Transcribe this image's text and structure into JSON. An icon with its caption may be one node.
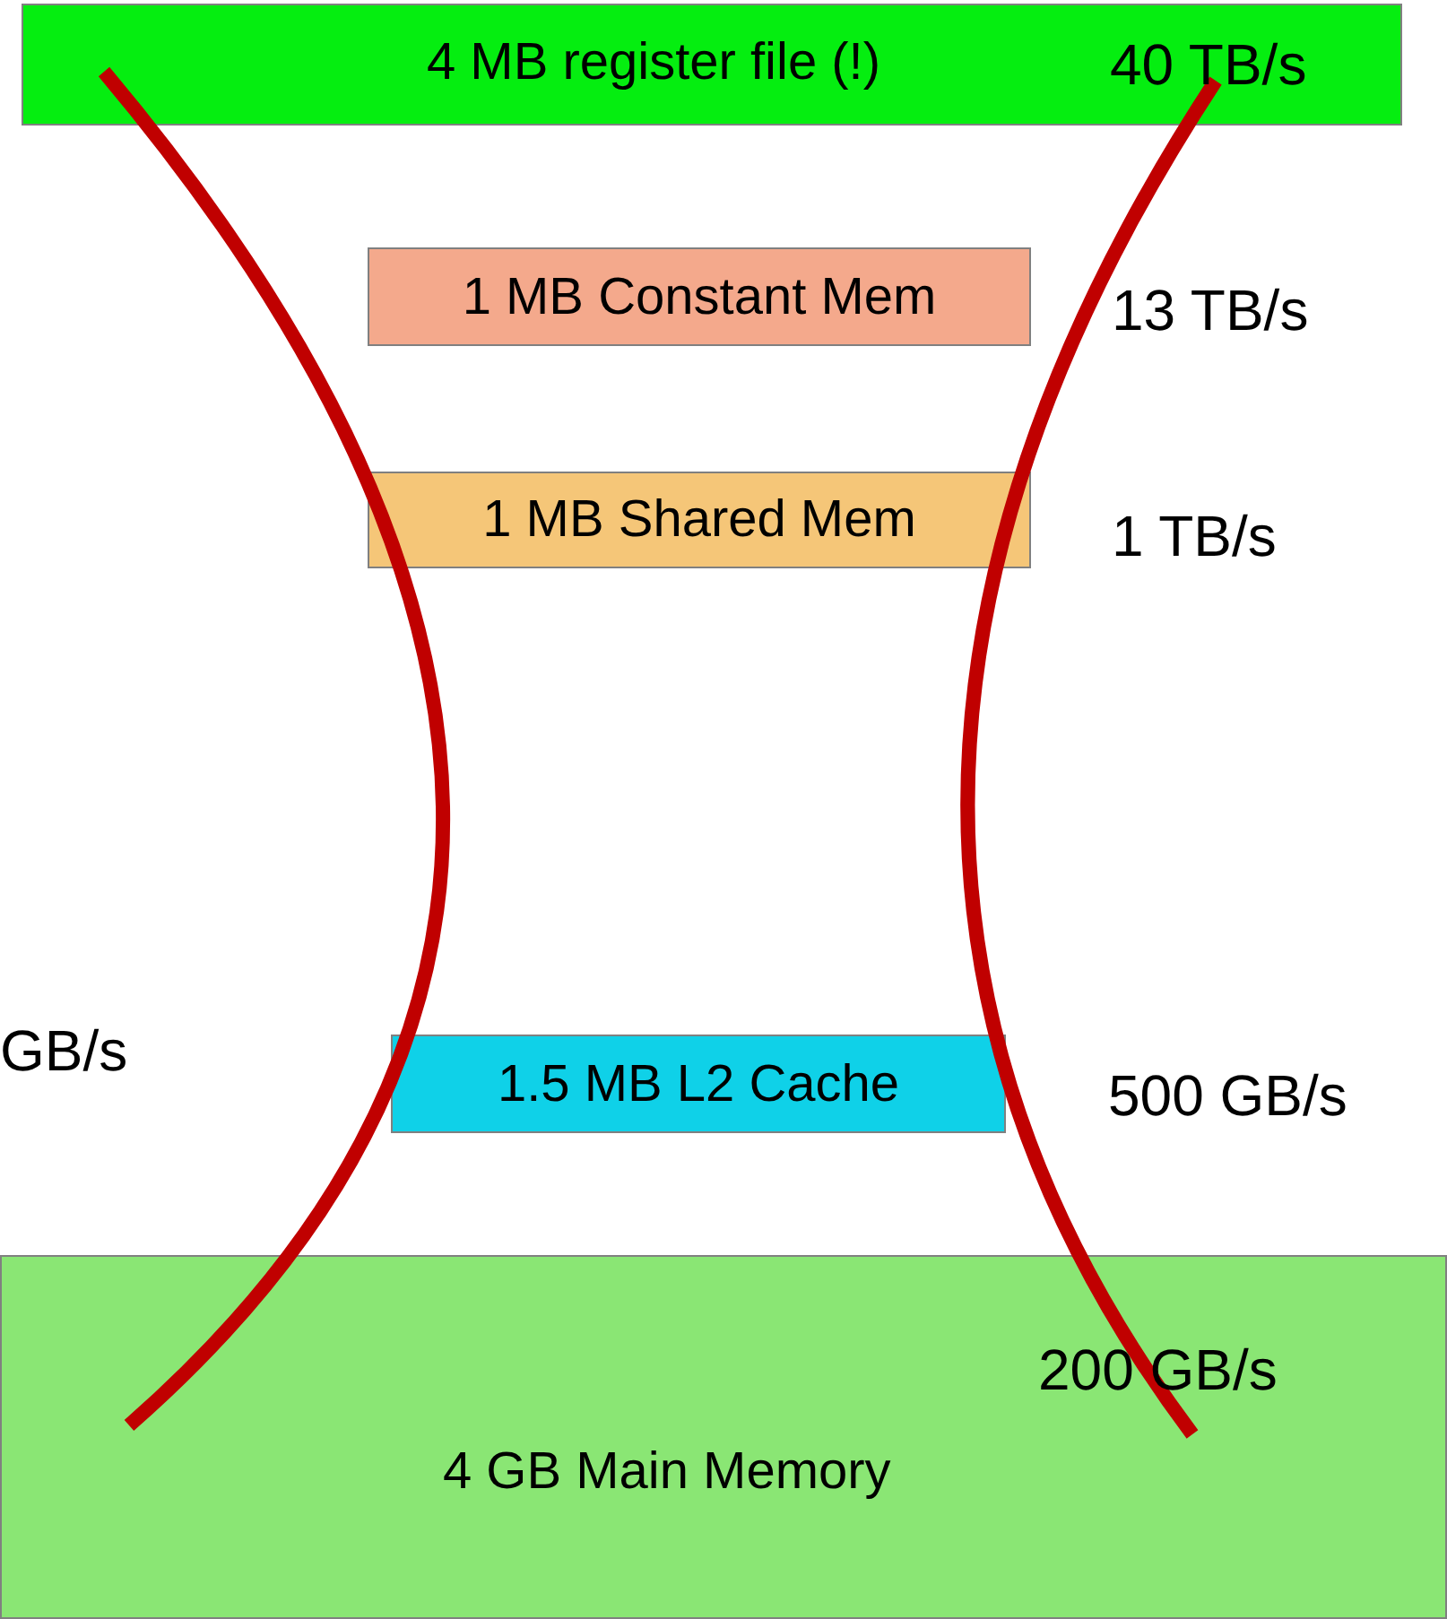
{
  "diagram": {
    "nodes": [
      {
        "text": [
          "4 MB register file (!)",
          "40 TB/s"
        ]
      },
      {
        "text": [
          "1 MB Constant Mem"
        ],
        "beside": [
          "13 TB/s"
        ]
      },
      {
        "text": [
          "1 MB Shared Mem"
        ],
        "beside": [
          "1 TB/s"
        ]
      },
      {
        "text": [
          "1.5 MB L2 Cache"
        ],
        "beside": [
          "500 GB/s"
        ]
      },
      {
        "text": [
          "200 GB/s",
          "4 GB Main Memory"
        ]
      }
    ],
    "labels": [
      "GB/s"
    ]
  }
}
